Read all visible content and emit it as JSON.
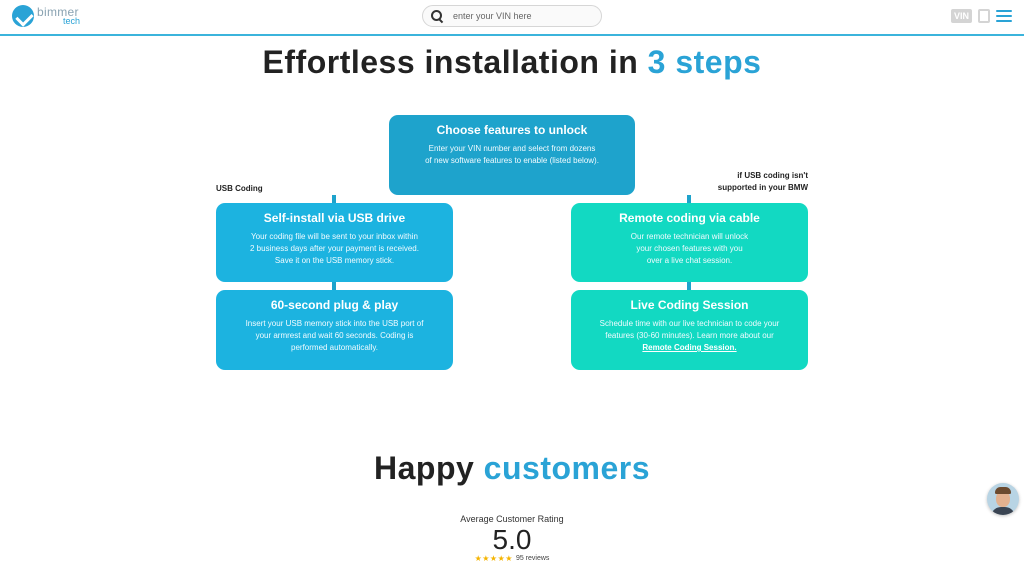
{
  "header": {
    "logo_line1": "bimmer",
    "logo_line2": "tech",
    "search_placeholder": "enter your VIN here",
    "vin_badge": "VIN",
    "accent_color": "#2aa3d6"
  },
  "install_section": {
    "title_main": "Effortless installation in ",
    "title_accent": "3 steps",
    "top_box": {
      "title": "Choose features to unlock",
      "text": [
        "Enter your VIN number and select from dozens",
        "of new software features to enable (listed below)."
      ]
    },
    "left_label": "USB Coding",
    "right_label": [
      "if USB coding isn't",
      "supported in your BMW"
    ],
    "left_box_1": {
      "title": "Self-install via USB drive",
      "text": [
        "Your coding file will be sent to your inbox within",
        "2 business days after your payment is received.",
        "Save it on the USB memory stick."
      ]
    },
    "left_box_2": {
      "title": "60-second plug & play",
      "text": [
        "Insert your USB memory stick into the USB port of",
        "your armrest and wait 60 seconds. Coding is",
        "performed automatically."
      ]
    },
    "right_box_1": {
      "title": "Remote coding via cable",
      "text": [
        "Our remote technician will unlock",
        "your chosen features with you",
        "over a live chat session."
      ]
    },
    "right_box_2": {
      "title": "Live Coding Session",
      "text": [
        "Schedule time with our live technician to code your",
        "features (30-60 minutes). Learn more about our"
      ],
      "link": "Remote Coding Session."
    }
  },
  "customers_section": {
    "title_main": "Happy ",
    "title_accent": "customers",
    "rating_label": "Average Customer Rating",
    "rating_score": "5.0",
    "stars": "★★★★★",
    "reviews": "95 reviews"
  },
  "chat": {
    "avatar_icon": "support-agent-avatar"
  }
}
